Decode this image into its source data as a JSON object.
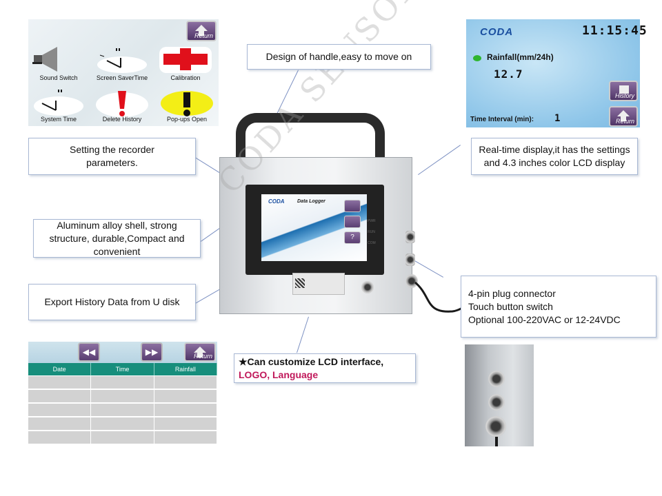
{
  "callouts": {
    "handle": "Design of handle,easy to move on",
    "settings": "Setting the recorder parameters.",
    "realtime": "Real-time display,it has the settings and 4.3 inches color LCD display",
    "aluminum": "Aluminum alloy shell, strong structure, durable,Compact and convenient",
    "export": "Export History Data from U disk",
    "customize_prefix": "★Can customize LCD interface,",
    "customize_highlight": "LOGO, Language",
    "connector_line1": "4-pin plug connector",
    "connector_line2": "Touch button switch",
    "connector_line3": "Optional 100-220VAC or 12-24VDC"
  },
  "settings_screen": {
    "return_label": "Return",
    "tiles": [
      {
        "label": "Sound Switch",
        "icon": "speaker-icon"
      },
      {
        "label": "Screen SaverTime",
        "icon": "clock-hands-icon"
      },
      {
        "label": "Calibration",
        "icon": "red-cross-icon"
      },
      {
        "label": "System Time",
        "icon": "clock-hands-icon"
      },
      {
        "label": "Delete History",
        "icon": "exclamation-icon"
      },
      {
        "label": "Pop-ups  Open",
        "icon": "exclamation-yellow-icon"
      }
    ]
  },
  "realtime_screen": {
    "brand": "CODA",
    "time": "11:15:45",
    "measure_label": "Rainfall(mm/24h)",
    "measure_value": "12.7",
    "interval_label": "Time Interval (min):",
    "interval_value": "1",
    "history_label": "History",
    "return_label": "Return",
    "status_color": "#2fb52f"
  },
  "history_table": {
    "return_label": "Return",
    "columns": [
      "Date",
      "Time",
      "Rainfall"
    ],
    "rows": [
      [
        "",
        "",
        ""
      ],
      [
        "",
        "",
        ""
      ],
      [
        "",
        "",
        ""
      ],
      [
        "",
        "",
        ""
      ],
      [
        "",
        "",
        ""
      ]
    ],
    "header_color": "#178e7c"
  },
  "device": {
    "lcd_brand": "CODA",
    "lcd_title": "Data Logger",
    "indicators": [
      "PWR",
      "RUN",
      "COM"
    ],
    "watermark": "CODA SENSOR"
  },
  "colors": {
    "callout_border": "#a7b7d3",
    "highlight_text": "#c0185a",
    "button_purple": "#5a3e72"
  }
}
